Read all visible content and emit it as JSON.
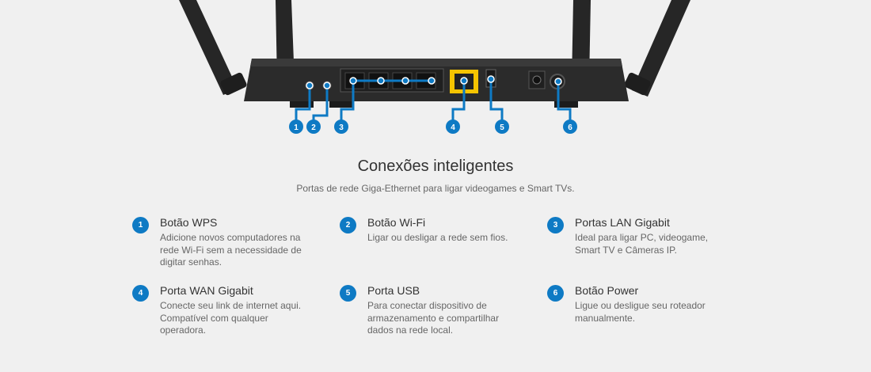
{
  "illustration": {
    "callouts": [
      "1",
      "2",
      "3",
      "4",
      "5",
      "6"
    ],
    "accent_color": "#0e7ac4",
    "wan_port_color": "#f5c400",
    "router_color": "#2a2a2a"
  },
  "section": {
    "title": "Conexões inteligentes",
    "subtitle": "Portas de rede Giga-Ethernet para ligar videogames e Smart TVs."
  },
  "features": [
    {
      "number": "1",
      "title": "Botão WPS",
      "description": "Adicione novos computadores na rede Wi-Fi sem a necessidade de digitar senhas."
    },
    {
      "number": "2",
      "title": "Botão Wi-Fi",
      "description": "Ligar ou desligar a rede sem fios."
    },
    {
      "number": "3",
      "title": "Portas LAN Gigabit",
      "description": "Ideal para ligar PC, videogame, Smart TV e Câmeras IP."
    },
    {
      "number": "4",
      "title": "Porta WAN Gigabit",
      "description": "Conecte seu link de internet aqui. Compatível com qualquer operadora."
    },
    {
      "number": "5",
      "title": "Porta USB",
      "description": "Para conectar dispositivo de armazenamento e compartilhar dados na rede local."
    },
    {
      "number": "6",
      "title": "Botão Power",
      "description": "Ligue ou desligue seu roteador manualmente."
    }
  ]
}
